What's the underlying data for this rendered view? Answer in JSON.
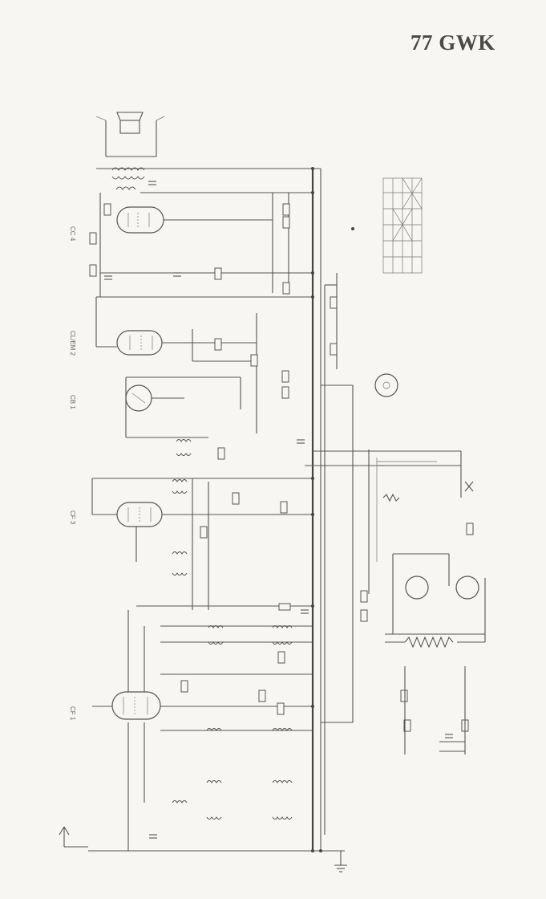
{
  "title": "77 GWK",
  "tubes": [
    {
      "label": "CC 4"
    },
    {
      "label": "CL/EM 2"
    },
    {
      "label": "CB 1"
    },
    {
      "label": "CF 3"
    },
    {
      "label": "CF 1"
    }
  ]
}
